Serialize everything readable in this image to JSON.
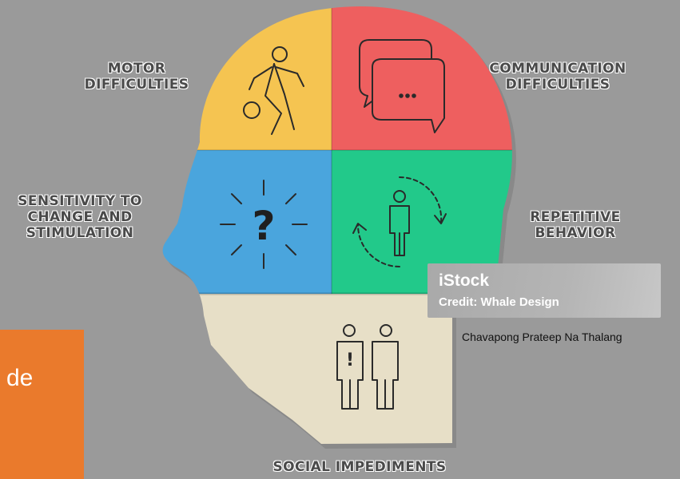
{
  "diagram": {
    "segments": [
      {
        "id": "motor",
        "label_lines": [
          "MOTOR",
          "DIFFICULTIES"
        ],
        "color": "#f5c451",
        "icon": "person-kicking-ball-icon"
      },
      {
        "id": "communication",
        "label_lines": [
          "COMMUNICATION",
          "DIFFICULTIES"
        ],
        "color": "#ee5f5f",
        "icon": "speech-bubbles-icon",
        "icon_text": "..."
      },
      {
        "id": "sensitivity",
        "label_lines": [
          "SENSITIVITY TO",
          "CHANGE AND",
          "STIMULATION"
        ],
        "color": "#4aa5dd",
        "icon": "question-mark-icon",
        "icon_text": "?"
      },
      {
        "id": "repetitive",
        "label_lines": [
          "REPETITIVE",
          "BEHAVIOR"
        ],
        "color": "#22c98a",
        "icon": "person-cycle-icon"
      },
      {
        "id": "social",
        "label_lines": [
          "SOCIAL IMPEDIMENTS"
        ],
        "color": "#e7dfc7",
        "icon": "two-people-icon",
        "icon_text": "!"
      }
    ]
  },
  "watermark": {
    "brand": "iStock",
    "credit": "Credit: Whale Design"
  },
  "author": "Chavapong Prateep Na Thalang",
  "slide_fragment": "de"
}
